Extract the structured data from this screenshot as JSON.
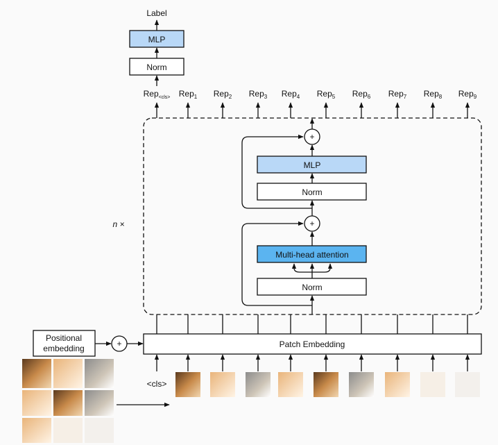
{
  "top": {
    "label": "Label",
    "mlp": "MLP",
    "norm": "Norm"
  },
  "reps": [
    {
      "base": "Rep",
      "sub": "<cls>"
    },
    {
      "base": "Rep",
      "sub": "1"
    },
    {
      "base": "Rep",
      "sub": "2"
    },
    {
      "base": "Rep",
      "sub": "3"
    },
    {
      "base": "Rep",
      "sub": "4"
    },
    {
      "base": "Rep",
      "sub": "5"
    },
    {
      "base": "Rep",
      "sub": "6"
    },
    {
      "base": "Rep",
      "sub": "7"
    },
    {
      "base": "Rep",
      "sub": "8"
    },
    {
      "base": "Rep",
      "sub": "9"
    }
  ],
  "encoder": {
    "repeat": "n ×",
    "plus": "+",
    "mlp": "MLP",
    "norm_upper": "Norm",
    "attention": "Multi-head attention",
    "norm_lower": "Norm"
  },
  "embedding": {
    "positional_line1": "Positional",
    "positional_line2": "embedding",
    "plus": "+",
    "patch": "Patch Embedding",
    "cls": "<cls>"
  },
  "colors": {
    "light_blue": "#b9d8f7",
    "blue": "#5bb4f0"
  }
}
